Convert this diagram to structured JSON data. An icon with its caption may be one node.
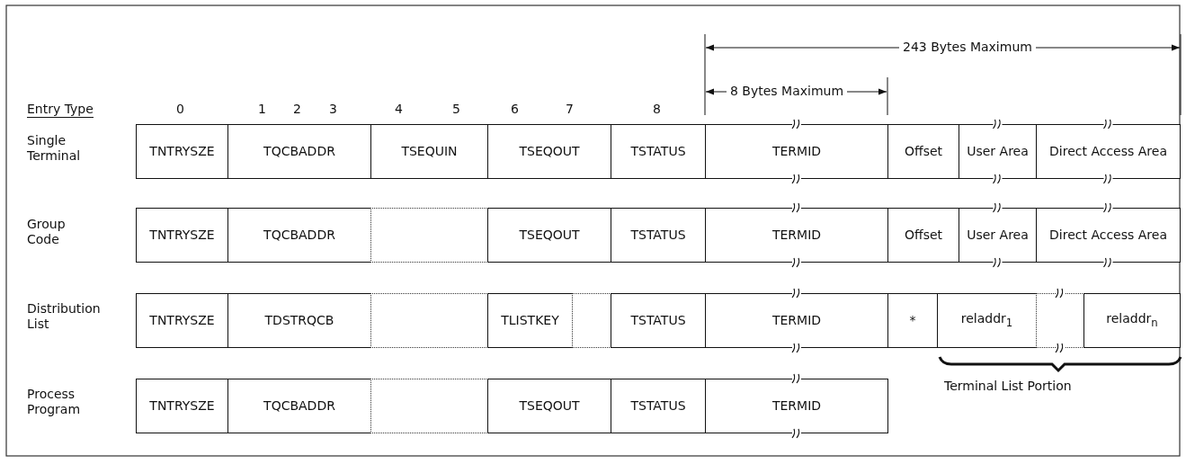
{
  "diagram": {
    "nodes": [
      {
        "text": [
          "TNTRYSZE"
        ]
      },
      {
        "text": [
          "TQCBADDR"
        ]
      },
      {
        "text": [
          "TSEQUIN"
        ]
      },
      {
        "text": [
          "TSEQOUT"
        ]
      },
      {
        "text": [
          "TSTATUS"
        ]
      },
      {
        "text": [
          "TERMID"
        ]
      },
      {
        "text": [
          "Offset"
        ]
      },
      {
        "text": [
          "User Area"
        ]
      },
      {
        "text": [
          "Direct Access Area"
        ]
      },
      {
        "text": [
          "TNTRYSZE"
        ]
      },
      {
        "text": [
          "TQCBADDR"
        ]
      },
      {
        "text": [],
        "shape": "box"
      },
      {
        "text": [
          "TSEQOUT"
        ]
      },
      {
        "text": [
          "TSTATUS"
        ]
      },
      {
        "text": [
          "TERMID"
        ]
      },
      {
        "text": [
          "Offset"
        ]
      },
      {
        "text": [
          "User Area"
        ]
      },
      {
        "text": [
          "Direct Access Area"
        ]
      },
      {
        "text": [
          "TNTRYSZE"
        ]
      },
      {
        "text": [
          "TDSTRQCB"
        ]
      },
      {
        "text": [],
        "shape": "box"
      },
      {
        "text": [
          "TLISTKEY"
        ]
      },
      {
        "text": [],
        "shape": "box"
      },
      {
        "text": [
          "TSTATUS"
        ]
      },
      {
        "text": [
          "TERMID"
        ]
      },
      {
        "text": [
          "*"
        ]
      },
      {
        "text": [
          "reladdr$_{1}$"
        ]
      },
      {
        "text": [],
        "shape": "box"
      },
      {
        "text": [
          "reladdr$_{n}$"
        ]
      },
      {
        "text": [
          "TNTRYSZE"
        ]
      },
      {
        "text": [
          "TQCBADDR"
        ]
      },
      {
        "text": [],
        "shape": "box"
      },
      {
        "text": [
          "TSEQOUT"
        ]
      },
      {
        "text": [
          "TSTATUS"
        ]
      },
      {
        "text": [
          "TERMID"
        ]
      }
    ],
    "edges": [],
    "labels": [
      "243 Bytes Maximum",
      "8 Bytes Maximum",
      "Entry Type",
      "0",
      "1",
      "2",
      "3",
      "4",
      "5",
      "6",
      "7",
      "8",
      "Single Terminal",
      "Group Code",
      "Distribution List",
      "Process Program",
      "Terminal List Portion"
    ]
  }
}
